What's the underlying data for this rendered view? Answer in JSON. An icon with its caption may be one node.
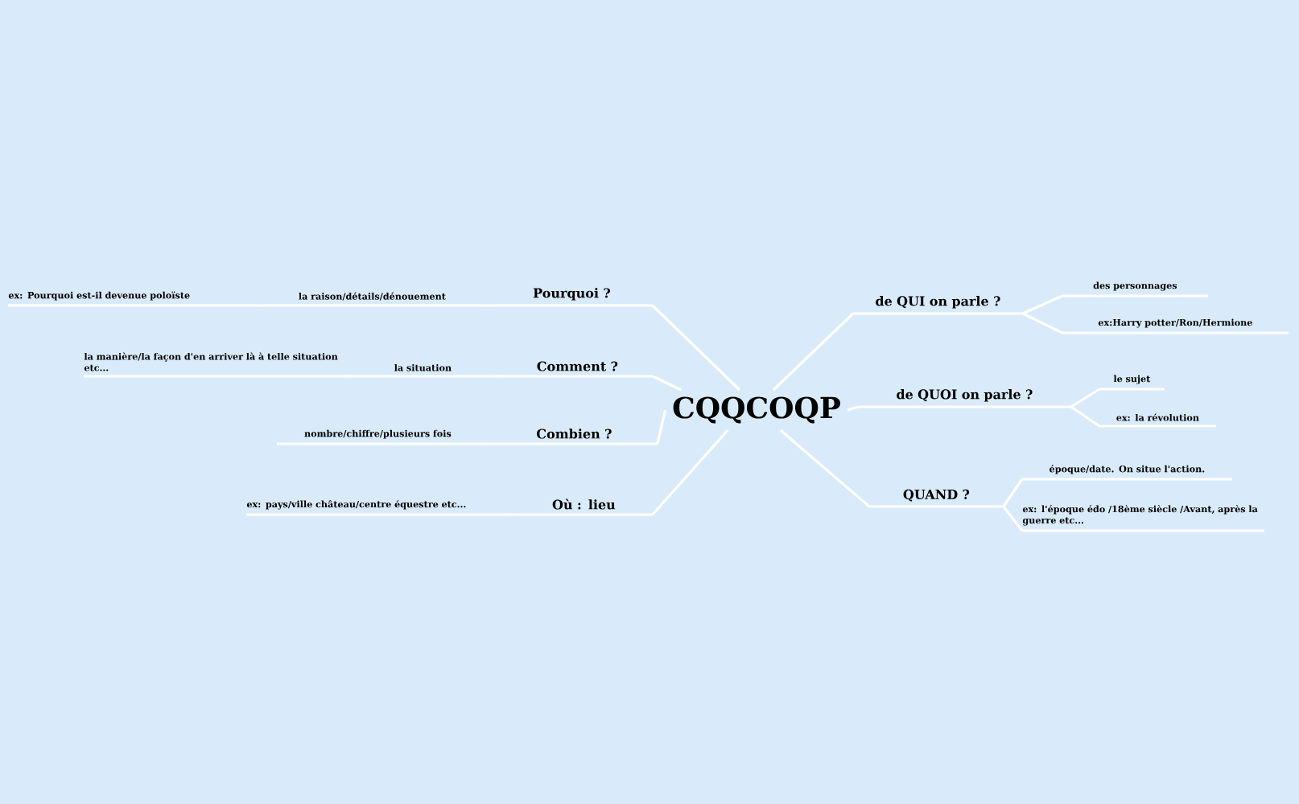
{
  "diagram": {
    "nodes": [
      {
        "text": [
          "CQQCOQP"
        ]
      },
      {
        "text": [
          "Pourquoi ?"
        ]
      },
      {
        "text": [
          "la raison/détails/dénouement"
        ]
      },
      {
        "text": [
          "ex: Pourquoi  est-il devenue poloïste"
        ]
      },
      {
        "text": [
          "Comment ?"
        ]
      },
      {
        "text": [
          "la situation"
        ]
      },
      {
        "text": [
          "la manière/la façon d'en arriver là à telle situation etc..."
        ]
      },
      {
        "text": [
          "Combien ?"
        ]
      },
      {
        "text": [
          "nombre/chiffre/plusieurs fois"
        ]
      },
      {
        "text": [
          "Où : lieu"
        ]
      },
      {
        "text": [
          "ex: pays/ville château/centre équestre etc..."
        ]
      },
      {
        "text": [
          "de QUI on parle ?"
        ]
      },
      {
        "text": [
          "des personnages"
        ]
      },
      {
        "text": [
          "ex:Harry potter/Ron/Hermione"
        ]
      },
      {
        "text": [
          "de QUOI on parle ?"
        ]
      },
      {
        "text": [
          "le sujet"
        ]
      },
      {
        "text": [
          "ex: la révolution"
        ]
      },
      {
        "text": [
          "QUAND ?"
        ]
      },
      {
        "text": [
          "époque/date. On situe l'action."
        ]
      },
      {
        "text": [
          "ex: l'époque édo /18ème siècle /Avant, après la guerre etc..."
        ]
      }
    ],
    "edges": [
      {
        "from": 0,
        "to": 1,
        "arrow": "none"
      },
      {
        "from": 1,
        "to": 2,
        "arrow": "none"
      },
      {
        "from": 2,
        "to": 3,
        "arrow": "none"
      },
      {
        "from": 0,
        "to": 4,
        "arrow": "none"
      },
      {
        "from": 4,
        "to": 5,
        "arrow": "none"
      },
      {
        "from": 5,
        "to": 6,
        "arrow": "none"
      },
      {
        "from": 0,
        "to": 7,
        "arrow": "none"
      },
      {
        "from": 7,
        "to": 8,
        "arrow": "none"
      },
      {
        "from": 0,
        "to": 9,
        "arrow": "none"
      },
      {
        "from": 9,
        "to": 10,
        "arrow": "none"
      },
      {
        "from": 0,
        "to": 11,
        "arrow": "none"
      },
      {
        "from": 11,
        "to": 12,
        "arrow": "none"
      },
      {
        "from": 11,
        "to": 13,
        "arrow": "none"
      },
      {
        "from": 0,
        "to": 14,
        "arrow": "none"
      },
      {
        "from": 14,
        "to": 15,
        "arrow": "none"
      },
      {
        "from": 14,
        "to": 16,
        "arrow": "none"
      },
      {
        "from": 0,
        "to": 17,
        "arrow": "none"
      },
      {
        "from": 17,
        "to": 18,
        "arrow": "none"
      },
      {
        "from": 17,
        "to": 19,
        "arrow": "none"
      }
    ]
  }
}
